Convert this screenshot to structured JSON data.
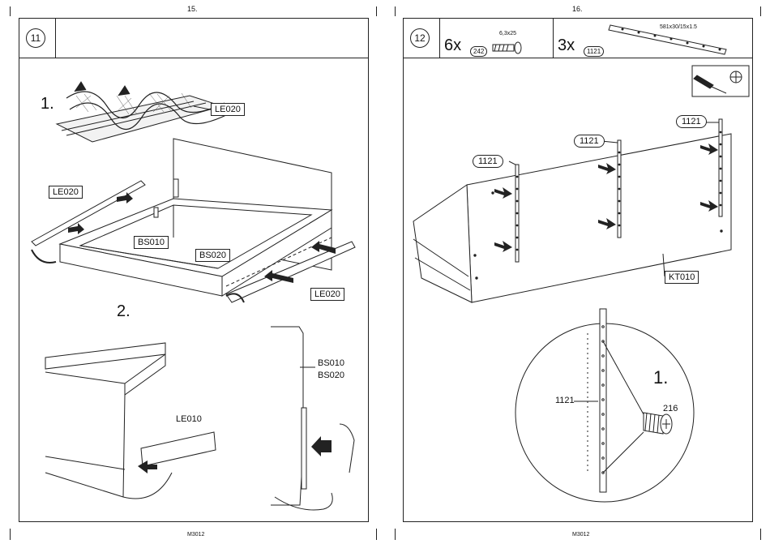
{
  "left_page": {
    "page_number": "15.",
    "step_number": "11",
    "footer": "M3012",
    "substep1_number": "1.",
    "substep2_number": "2.",
    "labels": {
      "le020_top": "LE020",
      "le020_left": "LE020",
      "bs010": "BS010",
      "bs020": "BS020",
      "le020_right": "LE020",
      "bs010_side": "BS010",
      "bs020_side": "BS020",
      "le010": "LE010"
    }
  },
  "right_page": {
    "page_number": "16.",
    "step_number": "12",
    "footer": "M3012",
    "parts": [
      {
        "qty": "6x",
        "part_id": "242",
        "size": "6,3x25",
        "icon": "screw-icon"
      },
      {
        "qty": "3x",
        "part_id": "1121",
        "size": "581x30/15x1.5",
        "icon": "metal-rail-icon"
      }
    ],
    "tool_icons": [
      "screwdriver-icon",
      "phillips-cross-icon"
    ],
    "labels": {
      "rail_left": "1121",
      "rail_mid": "1121",
      "rail_right": "1121",
      "panel": "KT010",
      "detail_rail": "1121",
      "detail_screw": "216",
      "detail_step": "1."
    }
  }
}
